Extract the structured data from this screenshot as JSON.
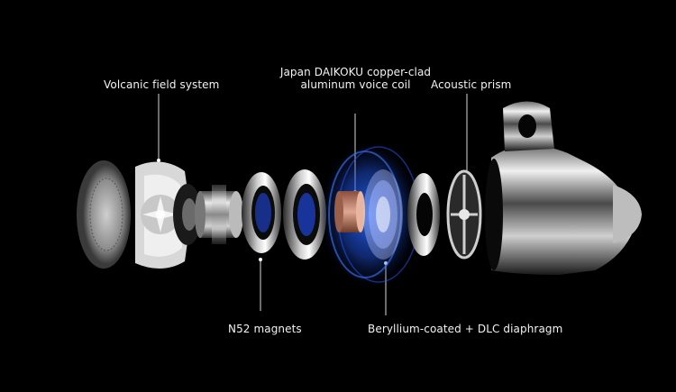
{
  "diagram": {
    "labels": {
      "volcanic": "Volcanic field system",
      "coil_line1": "Japan DAIKOKU copper-clad",
      "coil_line2": "aluminum voice coil",
      "prism": "Acoustic prism",
      "magnets": "N52 magnets",
      "diaphragm": "Beryllium-coated + DLC diaphragm"
    },
    "colors": {
      "background": "#000000",
      "label_text": "#f2f2f2",
      "leader_line": "#d9d9d9",
      "glow": "#1e5bff",
      "copper": "#c98a72"
    }
  }
}
